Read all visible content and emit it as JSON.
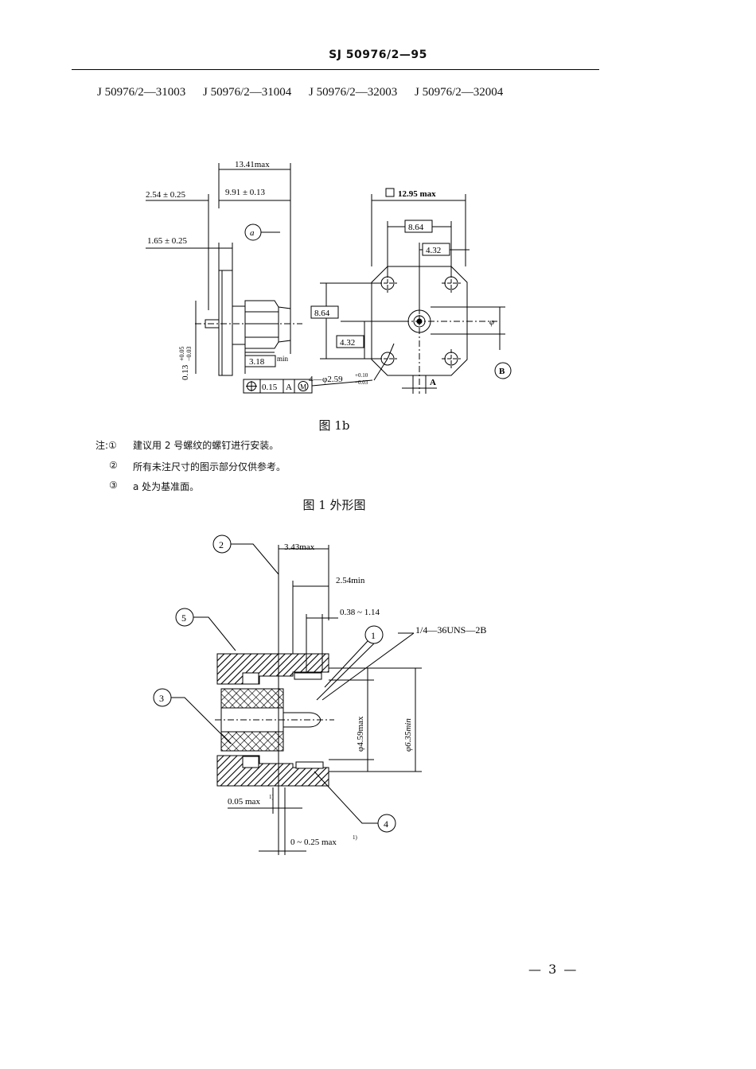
{
  "header": {
    "code": "SJ 50976/2—95"
  },
  "models": [
    "J 50976/2—31003",
    "J 50976/2—31004",
    "J 50976/2—32003",
    "J 50976/2—32004"
  ],
  "fig1b": {
    "side_view": {
      "dim_total": "13.41max",
      "dim_flange_offset": "2.54 ± 0.25",
      "dim_body": "9.91 ± 0.13",
      "dim_flange_thickness": "1.65 ± 0.25",
      "datum_a": "a",
      "dim_tolerance_left": "0.13",
      "dim_tolerance_left_sup": "+0.05",
      "dim_tolerance_left_sub": "−0.03",
      "dim_min": "3.18",
      "dim_min_suffix": "min",
      "position_tolerance": "0.15",
      "position_datum": "A",
      "modifier": "M"
    },
    "front_view": {
      "dim_square": "12.95 max",
      "dim_spacing_outer": "8.64",
      "dim_spacing_half": "4.32",
      "dim_vertical_outer": "8.64",
      "dim_vertical_half": "4.32",
      "hole_prefix": "4—",
      "hole_dim": "φ2.59",
      "hole_tol_sup": "+0.10",
      "hole_tol_sub": "−0.03",
      "datum_A": "A",
      "datum_B": "B",
      "phi_label": "φ"
    },
    "caption": "图 1b"
  },
  "notes": [
    {
      "marker": "注:①",
      "text": "建议用 2 号螺纹的螺钉进行安装。"
    },
    {
      "marker": "②",
      "text": "所有未注尺寸的图示部分仅供参考。"
    },
    {
      "marker": "③",
      "text": "a 处为基准面。"
    }
  ],
  "fig1_caption": "图 1   外形图",
  "fig2": {
    "callouts": [
      "1",
      "2",
      "3",
      "4",
      "5"
    ],
    "dim_343": "3.43max",
    "dim_254": "2.54min",
    "dim_038": "0.38 ~ 1.14",
    "thread": "1/4—36UNS—2B",
    "dim_phi459": "φ4.59max",
    "dim_phi635": "φ6.35min",
    "dim_005": "0.05 max",
    "dim_005_sup": "1)",
    "dim_025": "0 ~ 0.25 max",
    "dim_025_sup": "1)"
  },
  "page_number": "— 3 —"
}
